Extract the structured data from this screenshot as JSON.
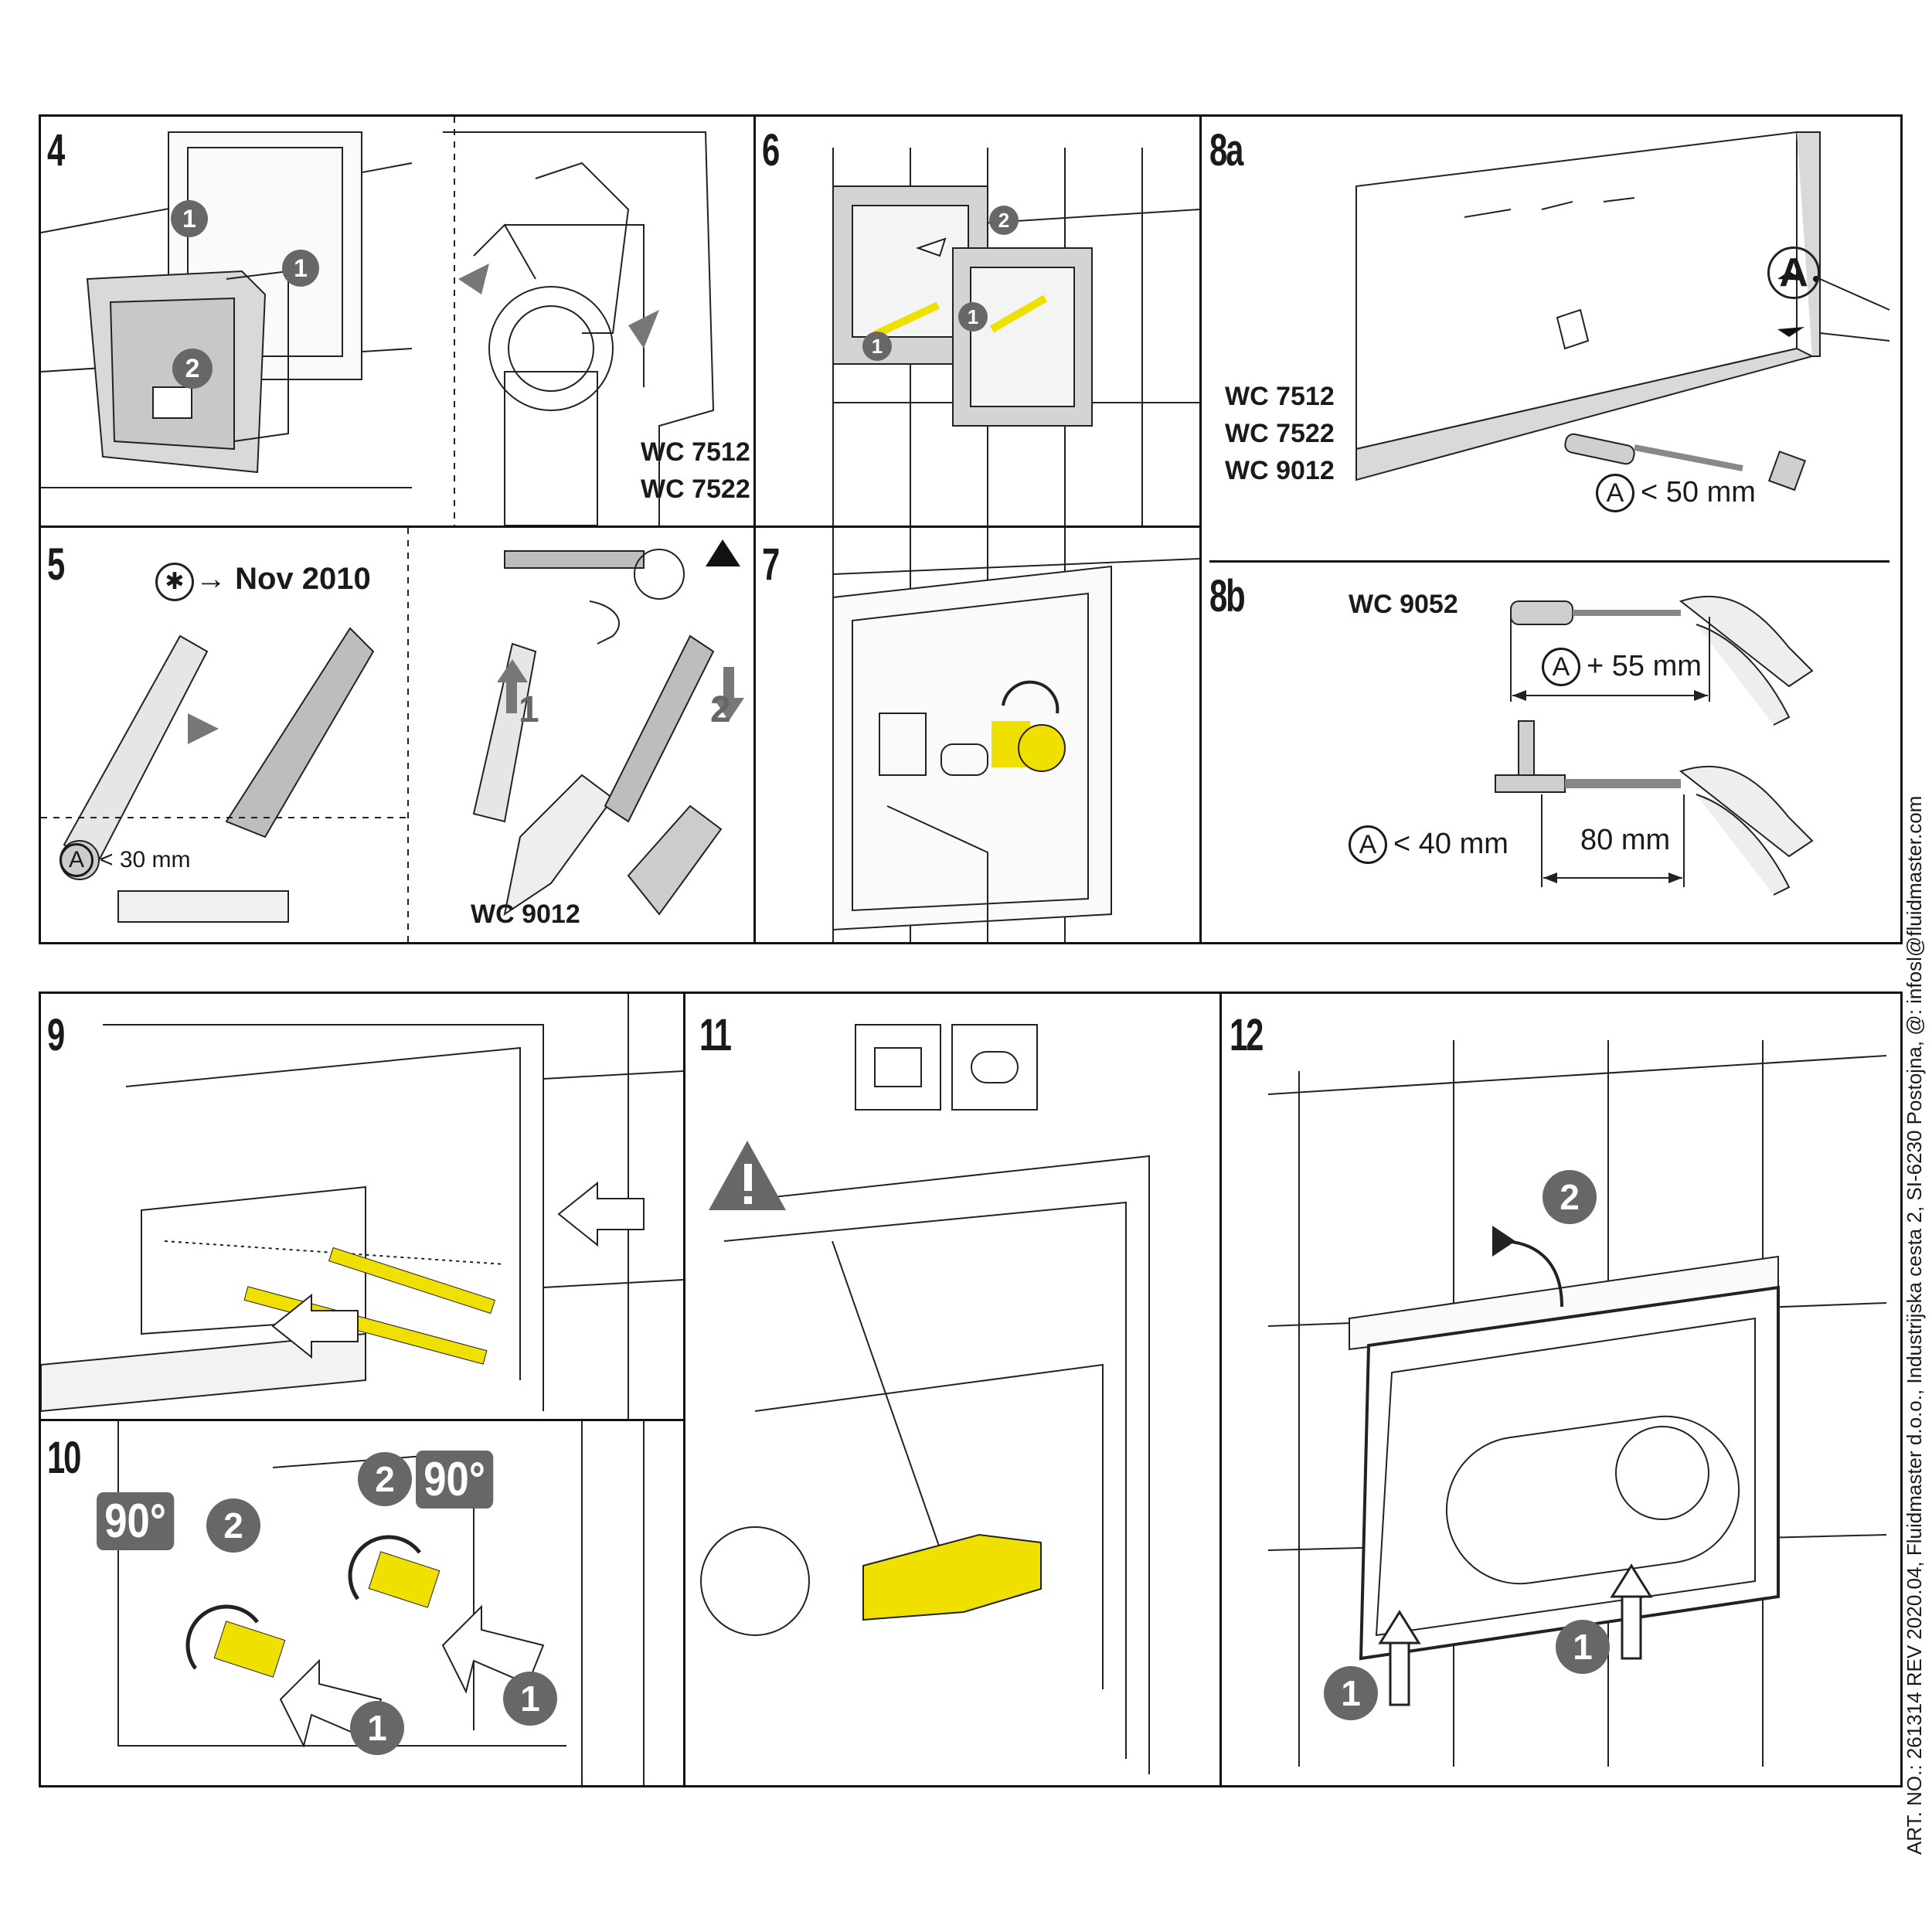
{
  "steps": {
    "s4": {
      "num": "4",
      "models": [
        "WC 7512",
        "WC 7522"
      ]
    },
    "s5": {
      "num": "5",
      "date_label": "→ Nov 2010",
      "star": "✱",
      "a_label": "< 30 mm",
      "a_letter": "A",
      "model": "WC 9012",
      "arrow1": "1",
      "arrow2": "2"
    },
    "s6": {
      "num": "6"
    },
    "s7": {
      "num": "7"
    },
    "s8a": {
      "num": "8a",
      "models": [
        "WC 7512",
        "WC 7522",
        "WC 9012"
      ],
      "a_big": "A",
      "a_letter": "A",
      "a_label": "< 50 mm"
    },
    "s8b": {
      "num": "8b",
      "model": "WC 9052",
      "a_letter": "A",
      "a1_label": "+ 55 mm",
      "a2_label": "< 40 mm",
      "dim_label": "80 mm"
    },
    "s9": {
      "num": "9"
    },
    "s10": {
      "num": "10",
      "deg": "90°",
      "badge1": "1",
      "badge2": "2"
    },
    "s11": {
      "num": "11"
    },
    "s12": {
      "num": "12",
      "badge1": "1",
      "badge2": "2"
    }
  },
  "footer": "ART. NO.: 261314 REV 2020.04, Fluidmaster d.o.o., Industrijska cesta 2, SI-6230 Postojna, @: infosl@fluidmaster.com",
  "colors": {
    "line": "#111111",
    "part": "#ffff00",
    "badge": "#676767",
    "panel_gray": "#d9d9d9"
  },
  "icons": [
    "warning-triangle-icon",
    "push-arrow-icon",
    "rotate-arrow-icon",
    "pliers-icon",
    "screw-icon",
    "dowel-icon"
  ]
}
